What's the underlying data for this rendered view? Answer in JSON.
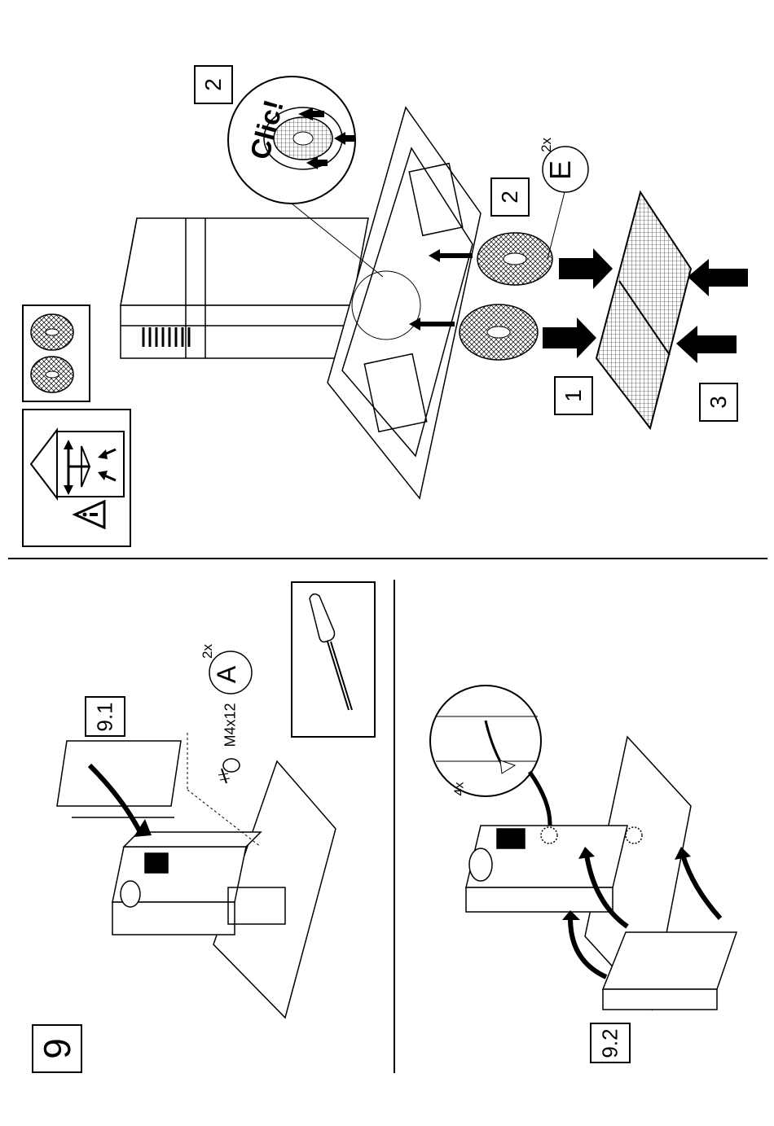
{
  "step": {
    "number": "9"
  },
  "sub_steps": {
    "first": "9.1",
    "second": "9.2"
  },
  "screw": {
    "spec": "M4x12",
    "part_letter": "A",
    "quantity": "2x"
  },
  "filter_part": {
    "part_letter": "E",
    "quantity": "2x"
  },
  "top_callouts": {
    "one": "1",
    "two_a": "2",
    "two_b": "2",
    "three": "3"
  },
  "clic_text": "Clic!",
  "fastener_count": "4x",
  "colors": {
    "ink": "#000000",
    "paper": "#ffffff"
  }
}
